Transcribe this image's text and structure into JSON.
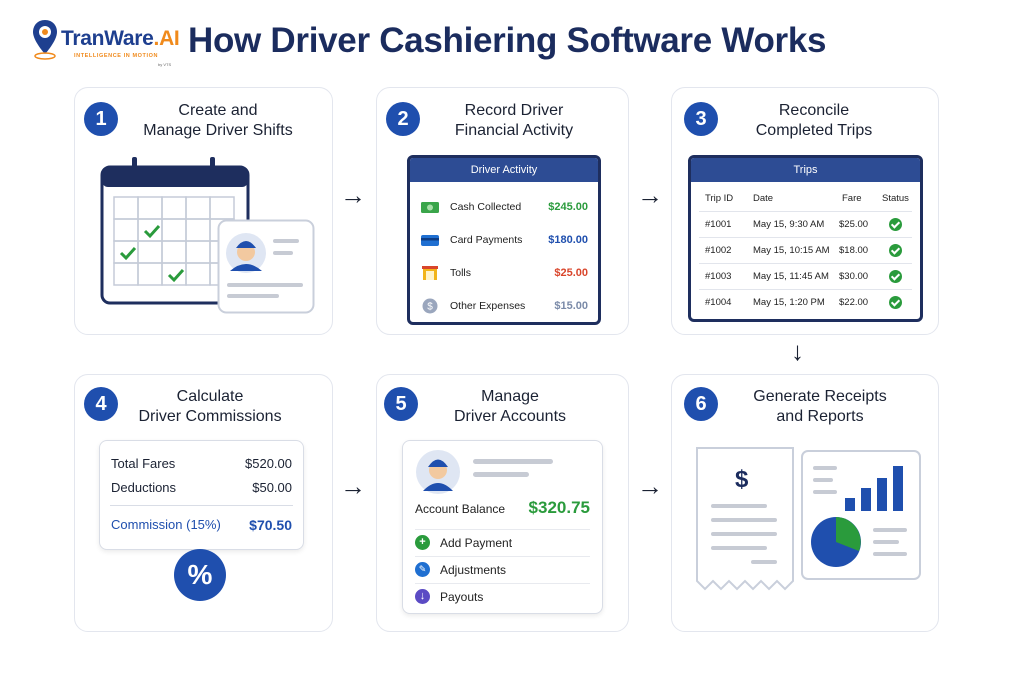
{
  "brand": {
    "name_main": "TranWare",
    "name_accent": ".AI",
    "tagline": "INTELLIGENCE IN MOTION",
    "sub": "by VTS"
  },
  "title": "How Driver Cashiering Software Works",
  "steps": [
    {
      "number": "1",
      "title_line1": "Create and",
      "title_line2": "Manage Driver Shifts"
    },
    {
      "number": "2",
      "title_line1": "Record Driver",
      "title_line2": "Financial Activity"
    },
    {
      "number": "3",
      "title_line1": "Reconcile",
      "title_line2": "Completed Trips"
    },
    {
      "number": "4",
      "title_line1": "Calculate",
      "title_line2": "Driver Commissions"
    },
    {
      "number": "5",
      "title_line1": "Manage",
      "title_line2": "Driver Accounts"
    },
    {
      "number": "6",
      "title_line1": "Generate Receipts",
      "title_line2": "and Reports"
    }
  ],
  "driver_activity": {
    "header": "Driver Activity",
    "rows": [
      {
        "label": "Cash Collected",
        "value": "$245.00",
        "color": "#2a9b3c",
        "icon": "cash-icon"
      },
      {
        "label": "Card Payments",
        "value": "$180.00",
        "color": "#1f4fae",
        "icon": "card-icon"
      },
      {
        "label": "Tolls",
        "value": "$25.00",
        "color": "#d9452b",
        "icon": "toll-icon"
      },
      {
        "label": "Other Expenses",
        "value": "$15.00",
        "color": "#7a8aa8",
        "icon": "expense-icon"
      }
    ]
  },
  "trips": {
    "header": "Trips",
    "columns": [
      "Trip ID",
      "Date",
      "Fare",
      "Status"
    ],
    "rows": [
      {
        "id": "#1001",
        "date": "May 15, 9:30 AM",
        "fare": "$25.00"
      },
      {
        "id": "#1002",
        "date": "May 15, 10:15 AM",
        "fare": "$18.00"
      },
      {
        "id": "#1003",
        "date": "May 15, 11:45 AM",
        "fare": "$30.00"
      },
      {
        "id": "#1004",
        "date": "May 15, 1:20 PM",
        "fare": "$22.00"
      }
    ]
  },
  "commissions": {
    "total_label": "Total Fares",
    "total_value": "$520.00",
    "deduct_label": "Deductions",
    "deduct_value": "$50.00",
    "comm_label": "Commission (15%)",
    "comm_value": "$70.50",
    "percent_symbol": "%"
  },
  "account": {
    "balance_label": "Account Balance",
    "balance_value": "$320.75",
    "actions": [
      {
        "label": "Add Payment",
        "symbol": "+",
        "color": "#2a9b3c"
      },
      {
        "label": "Adjustments",
        "symbol": "✎",
        "color": "#1f6fd1"
      },
      {
        "label": "Payouts",
        "symbol": "↓",
        "color": "#5b4bc4"
      }
    ]
  },
  "receipt": {
    "currency_symbol": "$"
  },
  "colors": {
    "primary": "#1f4fae",
    "dark": "#1b2c5e",
    "green": "#2a9b3c",
    "red": "#d9452b",
    "orange": "#f08a1c"
  }
}
